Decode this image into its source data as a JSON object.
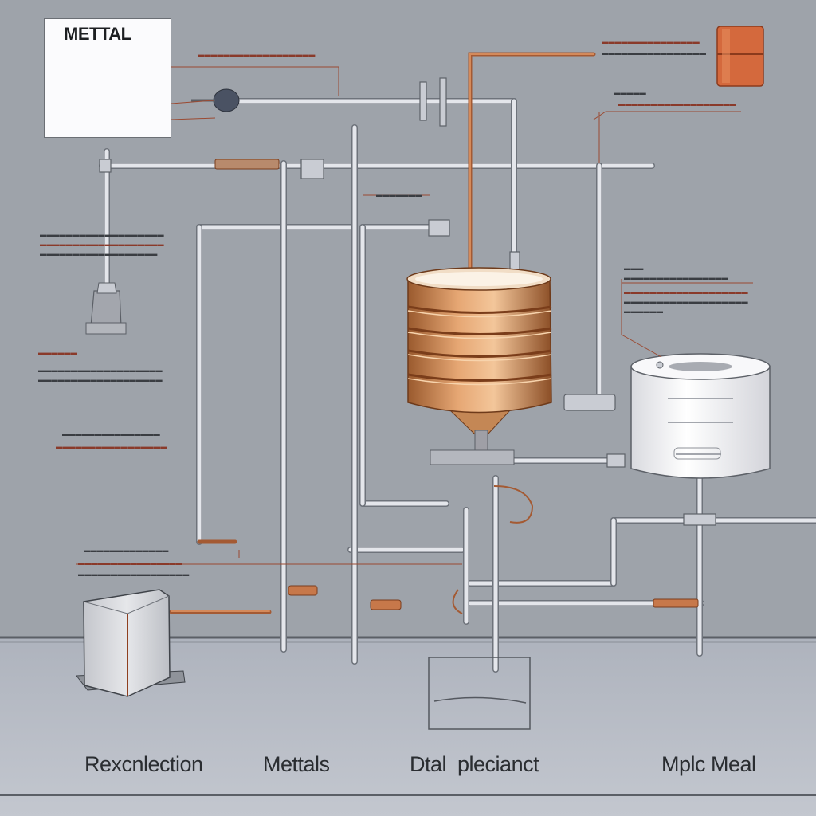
{
  "inset": {
    "title": "METTAL"
  },
  "captions": [
    {
      "text": "Rexcnlection"
    },
    {
      "text": "Mettals"
    },
    {
      "text": "Dtal  plecianct"
    },
    {
      "text": "Mplc Meal"
    }
  ],
  "colors": {
    "background": "#9ea3aa",
    "floor": "#b4b8c2",
    "pipe": "#d9dce2",
    "copper": "#c8844f",
    "copper_label": "#b8552e",
    "tank": "#f3f3f5"
  }
}
